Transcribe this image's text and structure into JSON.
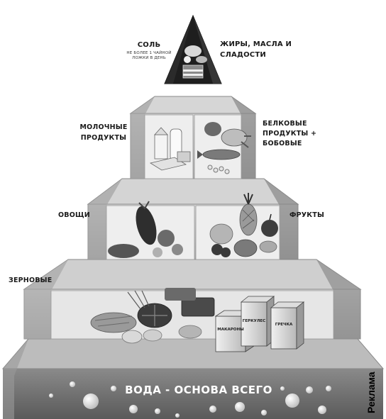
{
  "pyramid": {
    "tiers": {
      "top_left": {
        "label": "СОЛЬ",
        "note": "не более 1 чайной ложки в день"
      },
      "top_right": {
        "label": "ЖИРЫ, МАСЛА И СЛАДОСТИ"
      },
      "second_left": {
        "label": "МОЛОЧНЫЕ ПРОДУКТЫ"
      },
      "second_right": {
        "label": "БЕЛКОВЫЕ ПРОДУКТЫ + БОБОВЫЕ"
      },
      "third_left": {
        "label": "ОВОЩИ"
      },
      "third_right": {
        "label": "ФРУКТЫ"
      },
      "fourth": {
        "label": "ЗЕРНОВЫЕ"
      },
      "base": {
        "label": "ВОДА - ОСНОВА ВСЕГО"
      }
    },
    "boxes": [
      "МАКАРОНЫ",
      "ГЕРКУЛЕС",
      "ГРЕЧКА"
    ]
  },
  "ad_label": "Реклама",
  "icons": [
    "cake-icon",
    "milk-carton-icon",
    "chicken-icon",
    "fish-icon",
    "eggplant-icon",
    "pineapple-icon",
    "apple-icon",
    "bread-icon",
    "water-bubbles-icon"
  ],
  "colors": {
    "tier_light": "#e4e4e4",
    "tier_mid": "#c2c2c2",
    "tier_dark": "#8f8f8f",
    "water": "#6e6e6e"
  }
}
